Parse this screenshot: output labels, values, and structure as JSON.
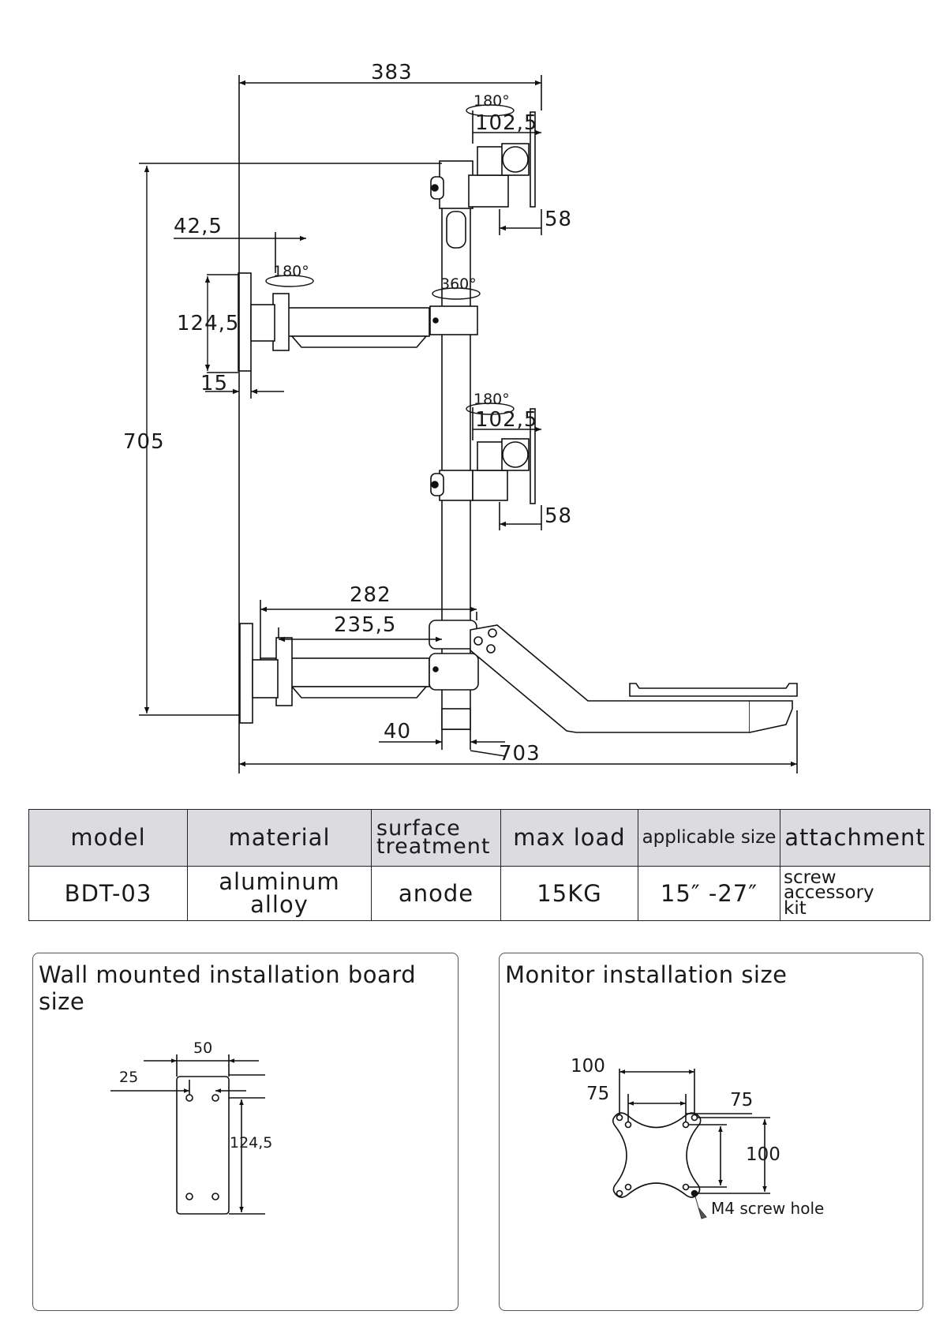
{
  "main_diagram": {
    "dimensions": {
      "overall_width_top": "383",
      "top_adapter_offset": "102,5",
      "top_adapter_depth": "58",
      "left_plate_offset": "42,5",
      "left_plate_height": "124,5",
      "left_plate_thickness": "15",
      "total_height": "705",
      "mid_adapter_offset": "102,5",
      "mid_adapter_depth": "58",
      "lower_arm_length": "282",
      "lower_arm_inner_length": "235,5",
      "pole_diameter": "40",
      "overall_width_bottom": "703"
    },
    "rotation_labels": {
      "top_head": "180°",
      "left_head": "180°",
      "pole": "360°",
      "mid_head": "180°"
    }
  },
  "spec_table": {
    "headers": [
      "model",
      "material",
      "surface\ntreatment",
      "max load",
      "applicable size",
      "attachment"
    ],
    "values": [
      "BDT-03",
      "aluminum alloy",
      "anode",
      "15KG",
      "15″ -27″",
      "screw accessory\nkit"
    ]
  },
  "wall_board_panel": {
    "title": "Wall mounted installation board size",
    "dim_width": "50",
    "dim_offset": "25",
    "dim_height": "124,5"
  },
  "monitor_panel": {
    "title": "Monitor installation size",
    "dim_outer_width": "100",
    "dim_inner_width": "75",
    "dim_inner_height": "75",
    "dim_outer_height": "100",
    "screw_label": "M4 screw hole"
  }
}
